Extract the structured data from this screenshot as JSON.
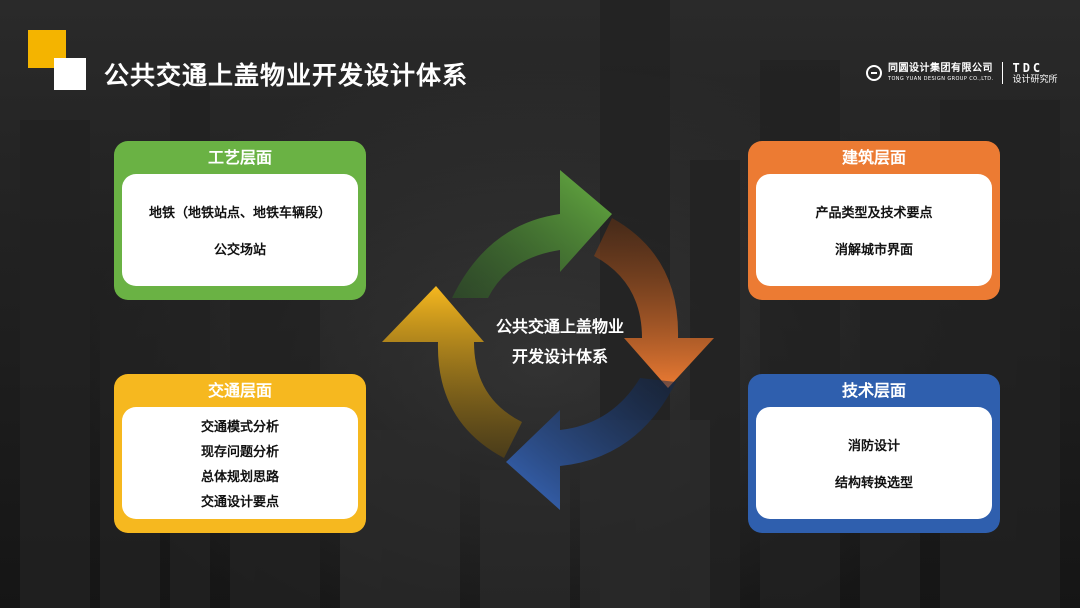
{
  "header": {
    "title": "公共交通上盖物业开发设计体系"
  },
  "brand": {
    "company_cn": "同圆设计集团有限公司",
    "company_en": "TONG YUAN DESIGN GROUP CO.,LTD.",
    "mark": "TDC",
    "lab": "设计研究所"
  },
  "cards": {
    "craft": {
      "title": "工艺层面",
      "items": [
        "地铁（地铁站点、地铁车辆段）",
        "公交场站"
      ]
    },
    "architecture": {
      "title": "建筑层面",
      "items": [
        "产品类型及技术要点",
        "消解城市界面"
      ]
    },
    "traffic": {
      "title": "交通层面",
      "items": [
        "交通模式分析",
        "现存问题分析",
        "总体规划思路",
        "交通设计要点"
      ]
    },
    "technology": {
      "title": "技术层面",
      "items": [
        "消防设计",
        "结构转换选型"
      ]
    }
  },
  "center": {
    "line1": "公共交通上盖物业",
    "line2": "开发设计体系"
  },
  "colors": {
    "green": "#6ab244",
    "orange": "#ec7b33",
    "yellow": "#f6b81f",
    "blue": "#2f5fae",
    "accent_square": "#f4b400"
  }
}
